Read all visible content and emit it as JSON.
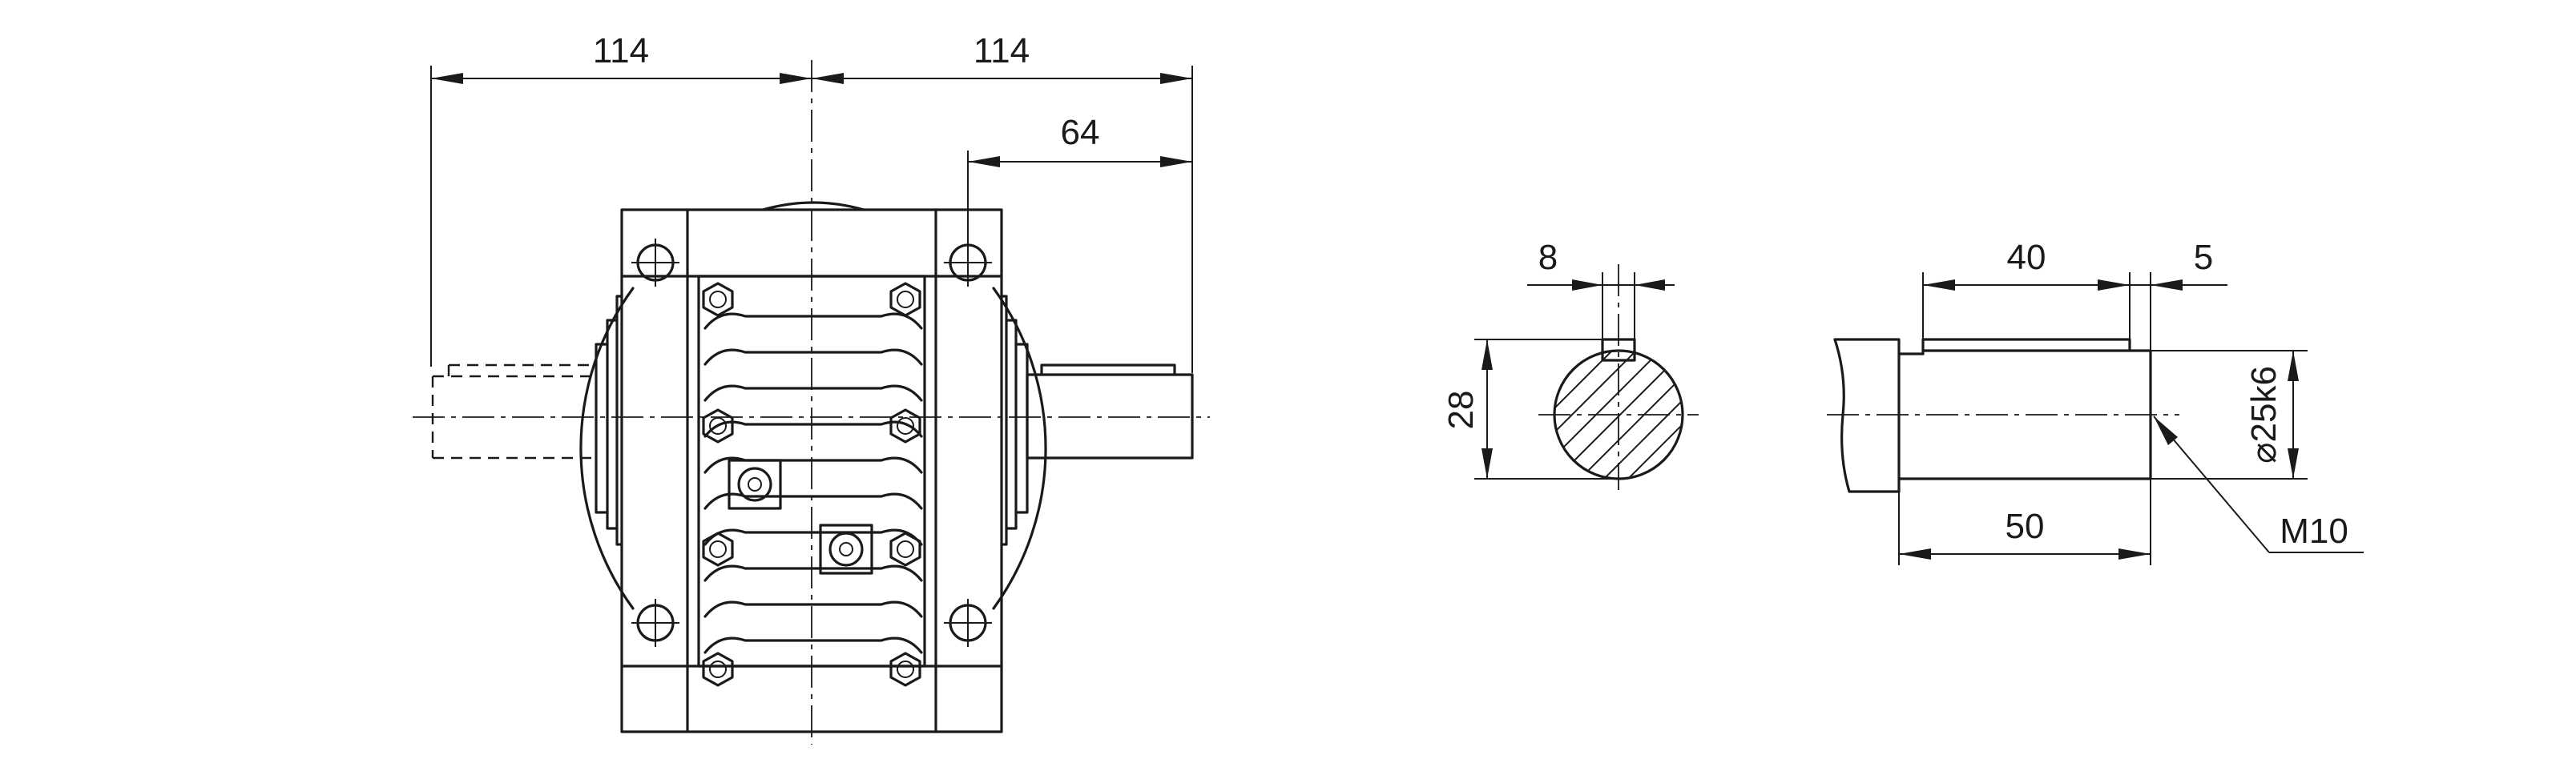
{
  "drawing": {
    "front_view": {
      "dim_left": "114",
      "dim_right": "114",
      "dim_shaft": "64"
    },
    "key_section": {
      "dim_key_width": "8",
      "dim_height": "28"
    },
    "shaft_detail": {
      "dim_key_length": "40",
      "dim_key_offset": "5",
      "dim_shaft_length": "50",
      "dim_diameter": "⌀25k6",
      "thread_label": "M10"
    }
  }
}
